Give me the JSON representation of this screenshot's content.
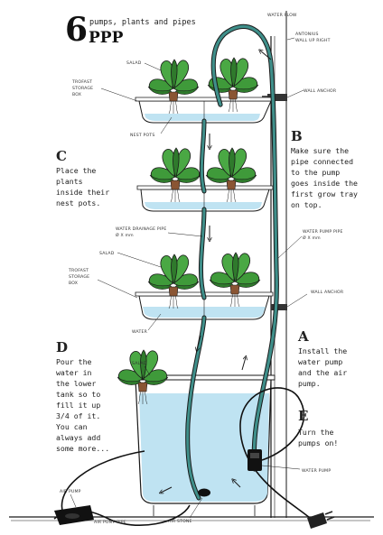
{
  "header": {
    "number": "6",
    "acronym": "PPP",
    "subtitle": "pumps, plants and pipes"
  },
  "labels": {
    "water_flow": "WATER FLOW",
    "antonius": [
      "ANTONIUS",
      "WALL UP RIGHT"
    ],
    "wall_anchor_top": "WALL ANCHOR",
    "wall_anchor_mid": "WALL ANCHOR",
    "salad_1": "SALAD",
    "salad_2": "SALAD",
    "salad_3": "SALAD",
    "trofast_1": [
      "TROFAST",
      "STORAGE",
      "BOX"
    ],
    "trofast_2": [
      "TROFAST",
      "STORAGE",
      "BOX"
    ],
    "nest_pots": "NEST POTS",
    "drainage_pipe": [
      "WATER DRAINAGE PIPE",
      "Ø X mm"
    ],
    "pump_pipe": [
      "WATER PUMP PIPE",
      "Ø X mm"
    ],
    "water": "WATER",
    "water_pump": "WATER PUMP",
    "air_pump": "AIR PUMP",
    "air_pump_pipe": "AIR PUMP PIPE",
    "air_stone": "AIR STONE"
  },
  "steps": {
    "B": {
      "letter": "B",
      "lines": [
        "Make sure the",
        "pipe connected",
        "to the pump",
        "goes inside the",
        "first grow tray",
        "on top."
      ]
    },
    "C": {
      "letter": "C",
      "lines": [
        "Place the",
        "plants",
        "inside their",
        "nest pots."
      ]
    },
    "D": {
      "letter": "D",
      "lines": [
        "Pour the",
        "water in",
        "the lower",
        "tank so to",
        "fill it up",
        "3/4 of it.",
        "You can",
        "always add",
        "some more..."
      ]
    },
    "A": {
      "letter": "A",
      "lines": [
        "Install the",
        "water pump",
        "and the air",
        "pump."
      ]
    },
    "E": {
      "letter": "E",
      "lines": [
        "Turn the",
        "pumps on!"
      ]
    }
  },
  "colors": {
    "water": "#bfe3f2",
    "pipe": "#3f8f8a",
    "leaf": "#3f9a3a",
    "leaf_dark": "#2f7a2c",
    "line": "#1a1a1a",
    "root": "#7a4a2a"
  },
  "icons": [
    "plug-icon",
    "arrow-icon"
  ]
}
